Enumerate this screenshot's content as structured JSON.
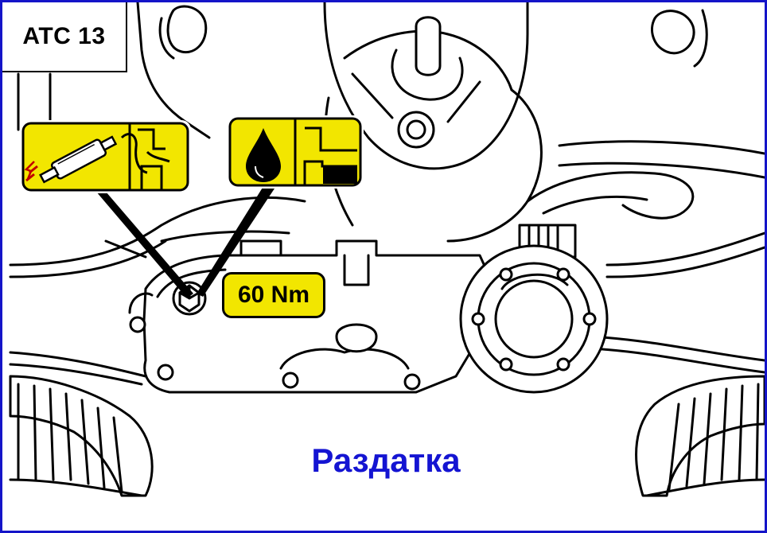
{
  "diagram": {
    "code_label": "ATC 13",
    "torque_label": "60 Nm",
    "caption": "Раздатка",
    "icons": [
      "oil-drain-pump-icon",
      "oil-drop-fill-level-icon"
    ]
  },
  "colors": {
    "frame": "#1414c8",
    "caption": "#1414d2",
    "label_fill": "#f2e600",
    "line": "#000000"
  }
}
